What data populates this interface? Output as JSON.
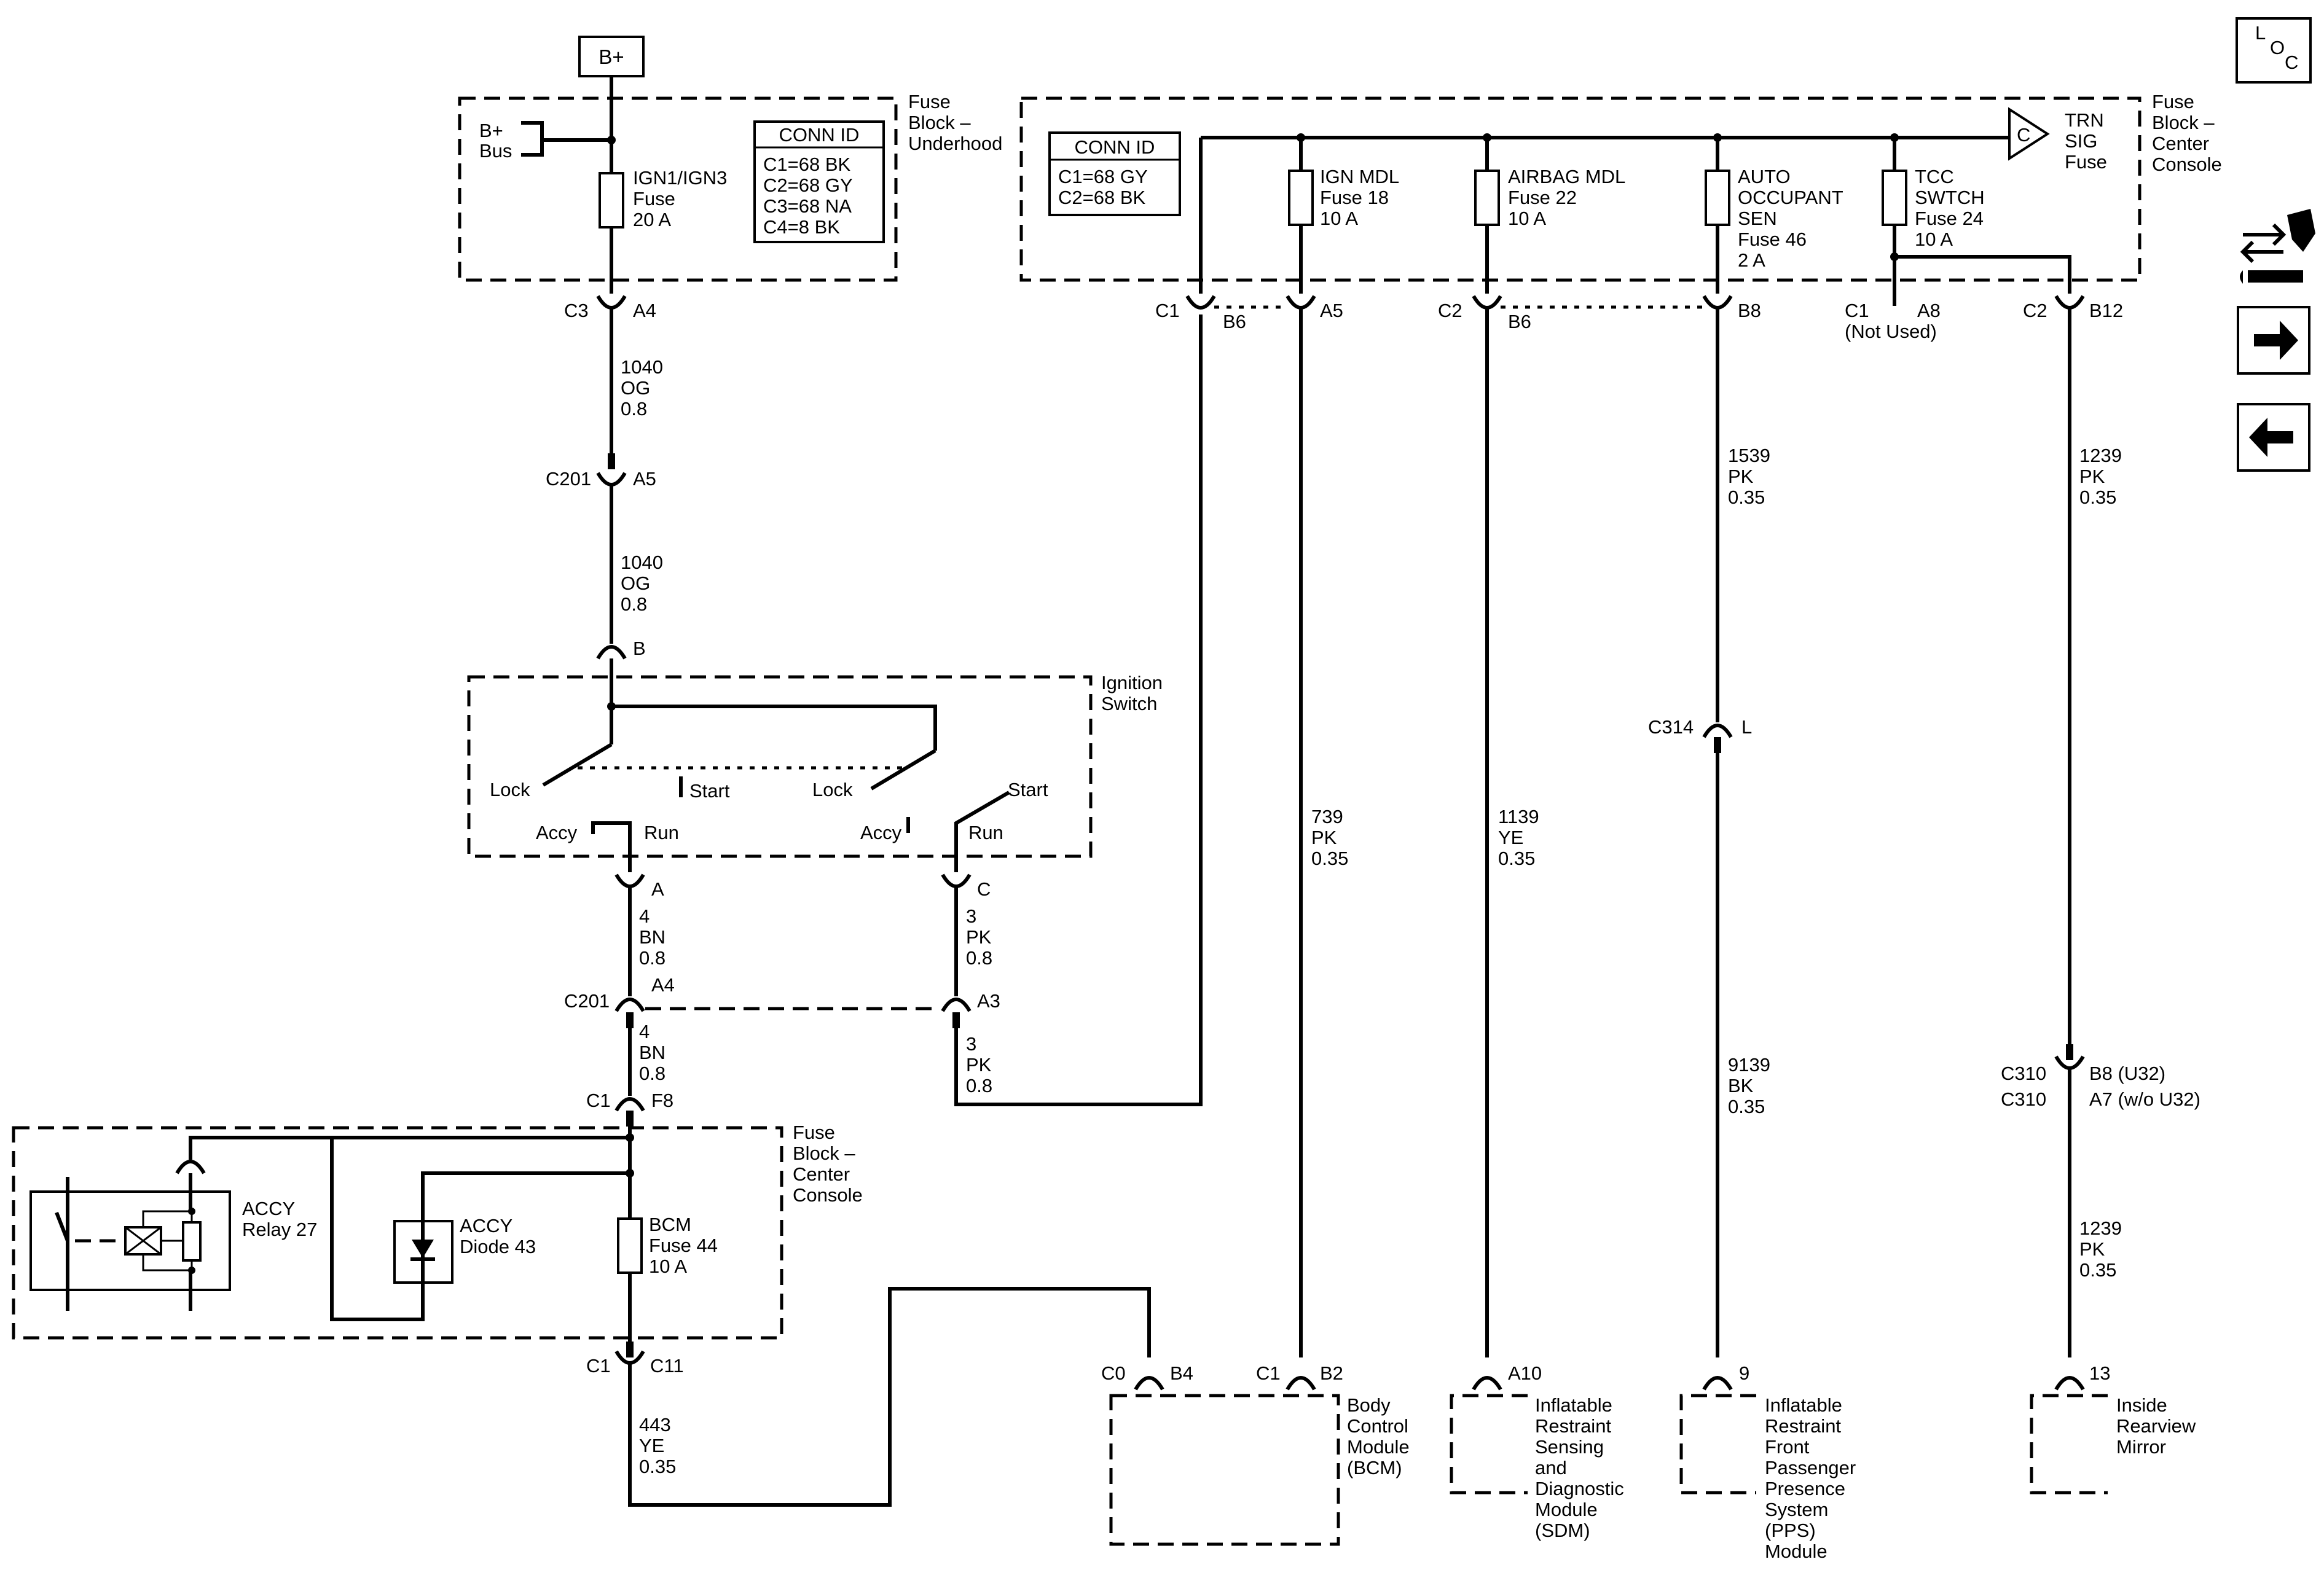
{
  "power": {
    "label": "B+"
  },
  "fb_underhood": {
    "title": [
      "Fuse",
      "Block –",
      "Underhood"
    ],
    "bus": [
      "B+",
      "Bus"
    ],
    "fuse": [
      "IGN1/IGN3",
      "Fuse",
      "20 A"
    ],
    "conn_id_title": "CONN ID",
    "conn_id": [
      "C1=68 BK",
      "C2=68 GY",
      "C3=68 NA",
      "C4=8 BK"
    ]
  },
  "fb_center_top": {
    "title": [
      "Fuse",
      "Block –",
      "Center",
      "Console"
    ],
    "conn_id_title": "CONN ID",
    "conn_id": [
      "C1=68 GY",
      "C2=68 BK"
    ],
    "trn_sig": [
      "TRN",
      "SIG",
      "Fuse"
    ],
    "trn_sig_ref": "C",
    "fuses": [
      [
        "IGN MDL",
        "Fuse 18",
        "10 A"
      ],
      [
        "AIRBAG MDL",
        "Fuse 22",
        "10 A"
      ],
      [
        "AUTO",
        "OCCUPANT",
        "SEN",
        "Fuse 46",
        "2 A"
      ],
      [
        "TCC",
        "SWTCH",
        "Fuse 24",
        "10 A"
      ]
    ]
  },
  "ignition_switch": {
    "title": [
      "Ignition",
      "Switch"
    ],
    "left": {
      "lock": "Lock",
      "start": "Start",
      "accy": "Accy",
      "run": "Run"
    },
    "right": {
      "lock": "Lock",
      "start": "Start",
      "accy": "Accy",
      "run": "Run"
    }
  },
  "fb_center_bottom": {
    "title": [
      "Fuse",
      "Block –",
      "Center",
      "Console"
    ],
    "relay": [
      "ACCY",
      "Relay 27"
    ],
    "diode": [
      "ACCY",
      "Diode 43"
    ],
    "fuse": [
      "BCM",
      "Fuse 44",
      "10 A"
    ]
  },
  "connectors": {
    "c3": "C3",
    "a4_top": "A4",
    "c201_a": "C201",
    "a5": "A5",
    "b_sw": "B",
    "a_sw": "A",
    "c_sw": "C",
    "c201_b": "C201",
    "a4_b": "A4",
    "a3_b": "A3",
    "c1_f8": "C1",
    "f8": "F8",
    "c1_c11": "C1",
    "c11": "C11",
    "c1_b6": "C1",
    "b6_1": "B6",
    "a5_top": "A5",
    "c2_b6": "C2",
    "b6_2": "B6",
    "b8": "B8",
    "c1_nu": [
      "C1",
      "(Not Used)"
    ],
    "a8": "A8",
    "c2_b12": "C2",
    "b12": "B12",
    "c314": "C314",
    "l": "L",
    "c310_a": "C310",
    "b8_u32": "B8 (U32)",
    "c310_b": "C310",
    "a7": "A7 (w/o U32)",
    "c0": "C0",
    "b4": "B4",
    "c1_b2": "C1",
    "b2": "B2",
    "a10": "A10",
    "pin9": "9",
    "pin13": "13"
  },
  "wires": {
    "w1040a": [
      "1040",
      "OG",
      "0.8"
    ],
    "w1040b": [
      "1040",
      "OG",
      "0.8"
    ],
    "w4a": [
      "4",
      "BN",
      "0.8"
    ],
    "w3a": [
      "3",
      "PK",
      "0.8"
    ],
    "w4b": [
      "4",
      "BN",
      "0.8"
    ],
    "w3b": [
      "3",
      "PK",
      "0.8"
    ],
    "w443": [
      "443",
      "YE",
      "0.35"
    ],
    "w739": [
      "739",
      "PK",
      "0.35"
    ],
    "w1139": [
      "1139",
      "YE",
      "0.35"
    ],
    "w1539": [
      "1539",
      "PK",
      "0.35"
    ],
    "w9139": [
      "9139",
      "BK",
      "0.35"
    ],
    "w1239a": [
      "1239",
      "PK",
      "0.35"
    ],
    "w1239b": [
      "1239",
      "PK",
      "0.35"
    ]
  },
  "modules": {
    "bcm": [
      "Body",
      "Control",
      "Module",
      "(BCM)"
    ],
    "sdm": [
      "Inflatable",
      "Restraint",
      "Sensing",
      "and",
      "Diagnostic",
      "Module",
      "(SDM)"
    ],
    "pps": [
      "Inflatable",
      "Restraint",
      "Front",
      "Passenger",
      "Presence",
      "System",
      "(PPS)",
      "Module"
    ],
    "mirror": [
      "Inside",
      "Rearview",
      "Mirror"
    ]
  },
  "nav": {
    "loc": [
      "L",
      "O",
      "C"
    ],
    "service_icon": "service-connector-icon",
    "next_icon": "arrow-right-icon",
    "prev_icon": "arrow-left-icon"
  }
}
